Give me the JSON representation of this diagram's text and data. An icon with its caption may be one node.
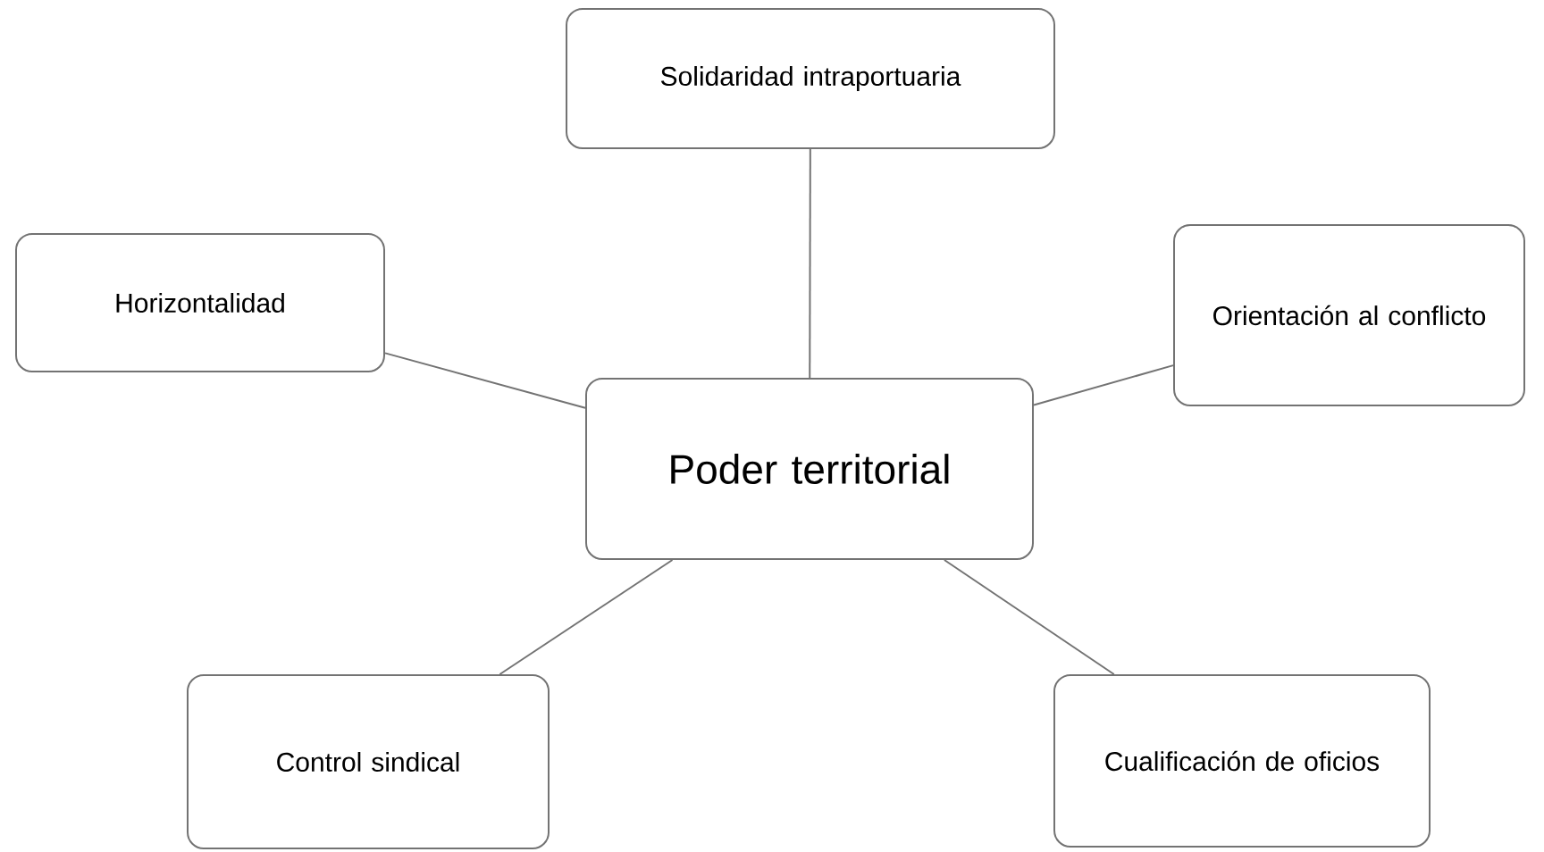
{
  "diagram": {
    "nodes": [
      {
        "text": [
          "Solidaridad intraportuaria"
        ]
      },
      {
        "text": [
          "Horizontalidad"
        ]
      },
      {
        "text": [
          "Orientación al conflicto"
        ]
      },
      {
        "text": [
          "Poder territorial"
        ]
      },
      {
        "text": [
          "Control sindical"
        ]
      },
      {
        "text": [
          "Cualificación de oficios"
        ]
      }
    ],
    "edges": [
      {
        "from": 3,
        "to": 0,
        "arrow": "none"
      },
      {
        "from": 3,
        "to": 1,
        "arrow": "none"
      },
      {
        "from": 3,
        "to": 2,
        "arrow": "none"
      },
      {
        "from": 3,
        "to": 4,
        "arrow": "none"
      },
      {
        "from": 3,
        "to": 5,
        "arrow": "none"
      }
    ]
  }
}
